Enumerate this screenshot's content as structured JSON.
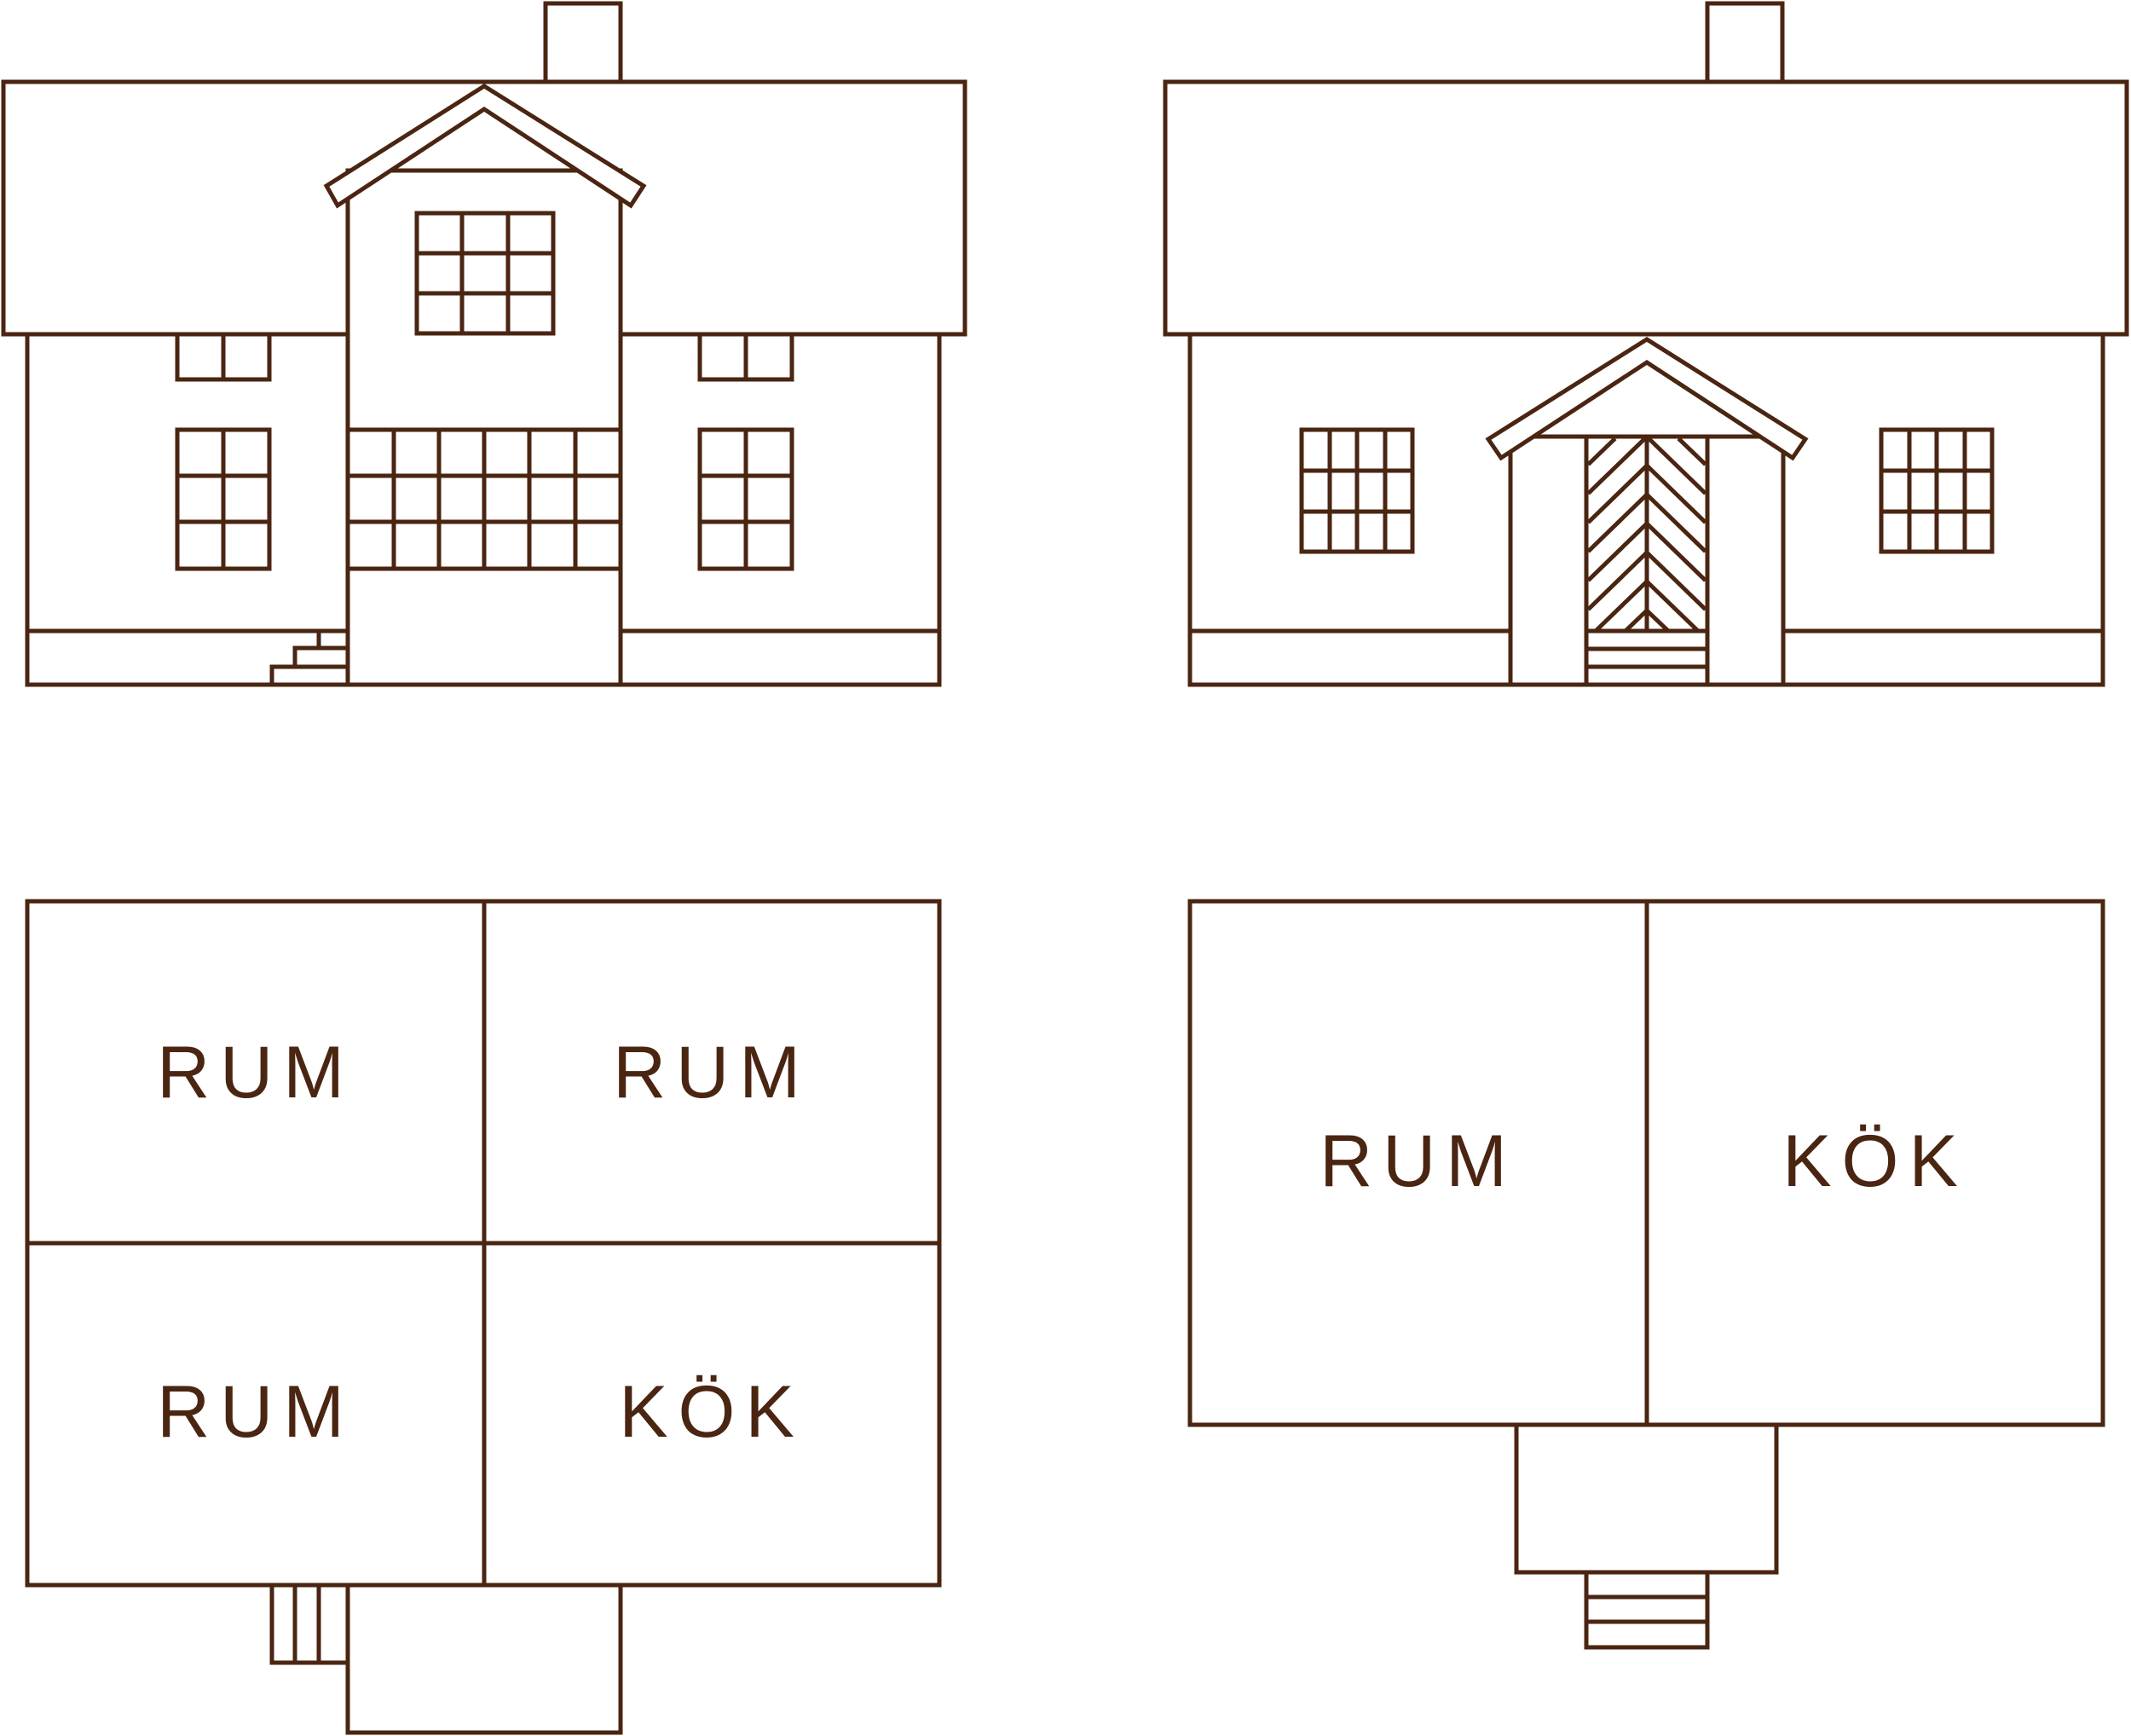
{
  "colors": {
    "ink": "#4a2511",
    "background": "#ffffff"
  },
  "plan_left": {
    "rooms": [
      {
        "label": "RUM"
      },
      {
        "label": "RUM"
      },
      {
        "label": "RUM"
      },
      {
        "label": "KÖK"
      }
    ]
  },
  "plan_right": {
    "rooms": [
      {
        "label": "RUM"
      },
      {
        "label": "KÖK"
      }
    ]
  }
}
